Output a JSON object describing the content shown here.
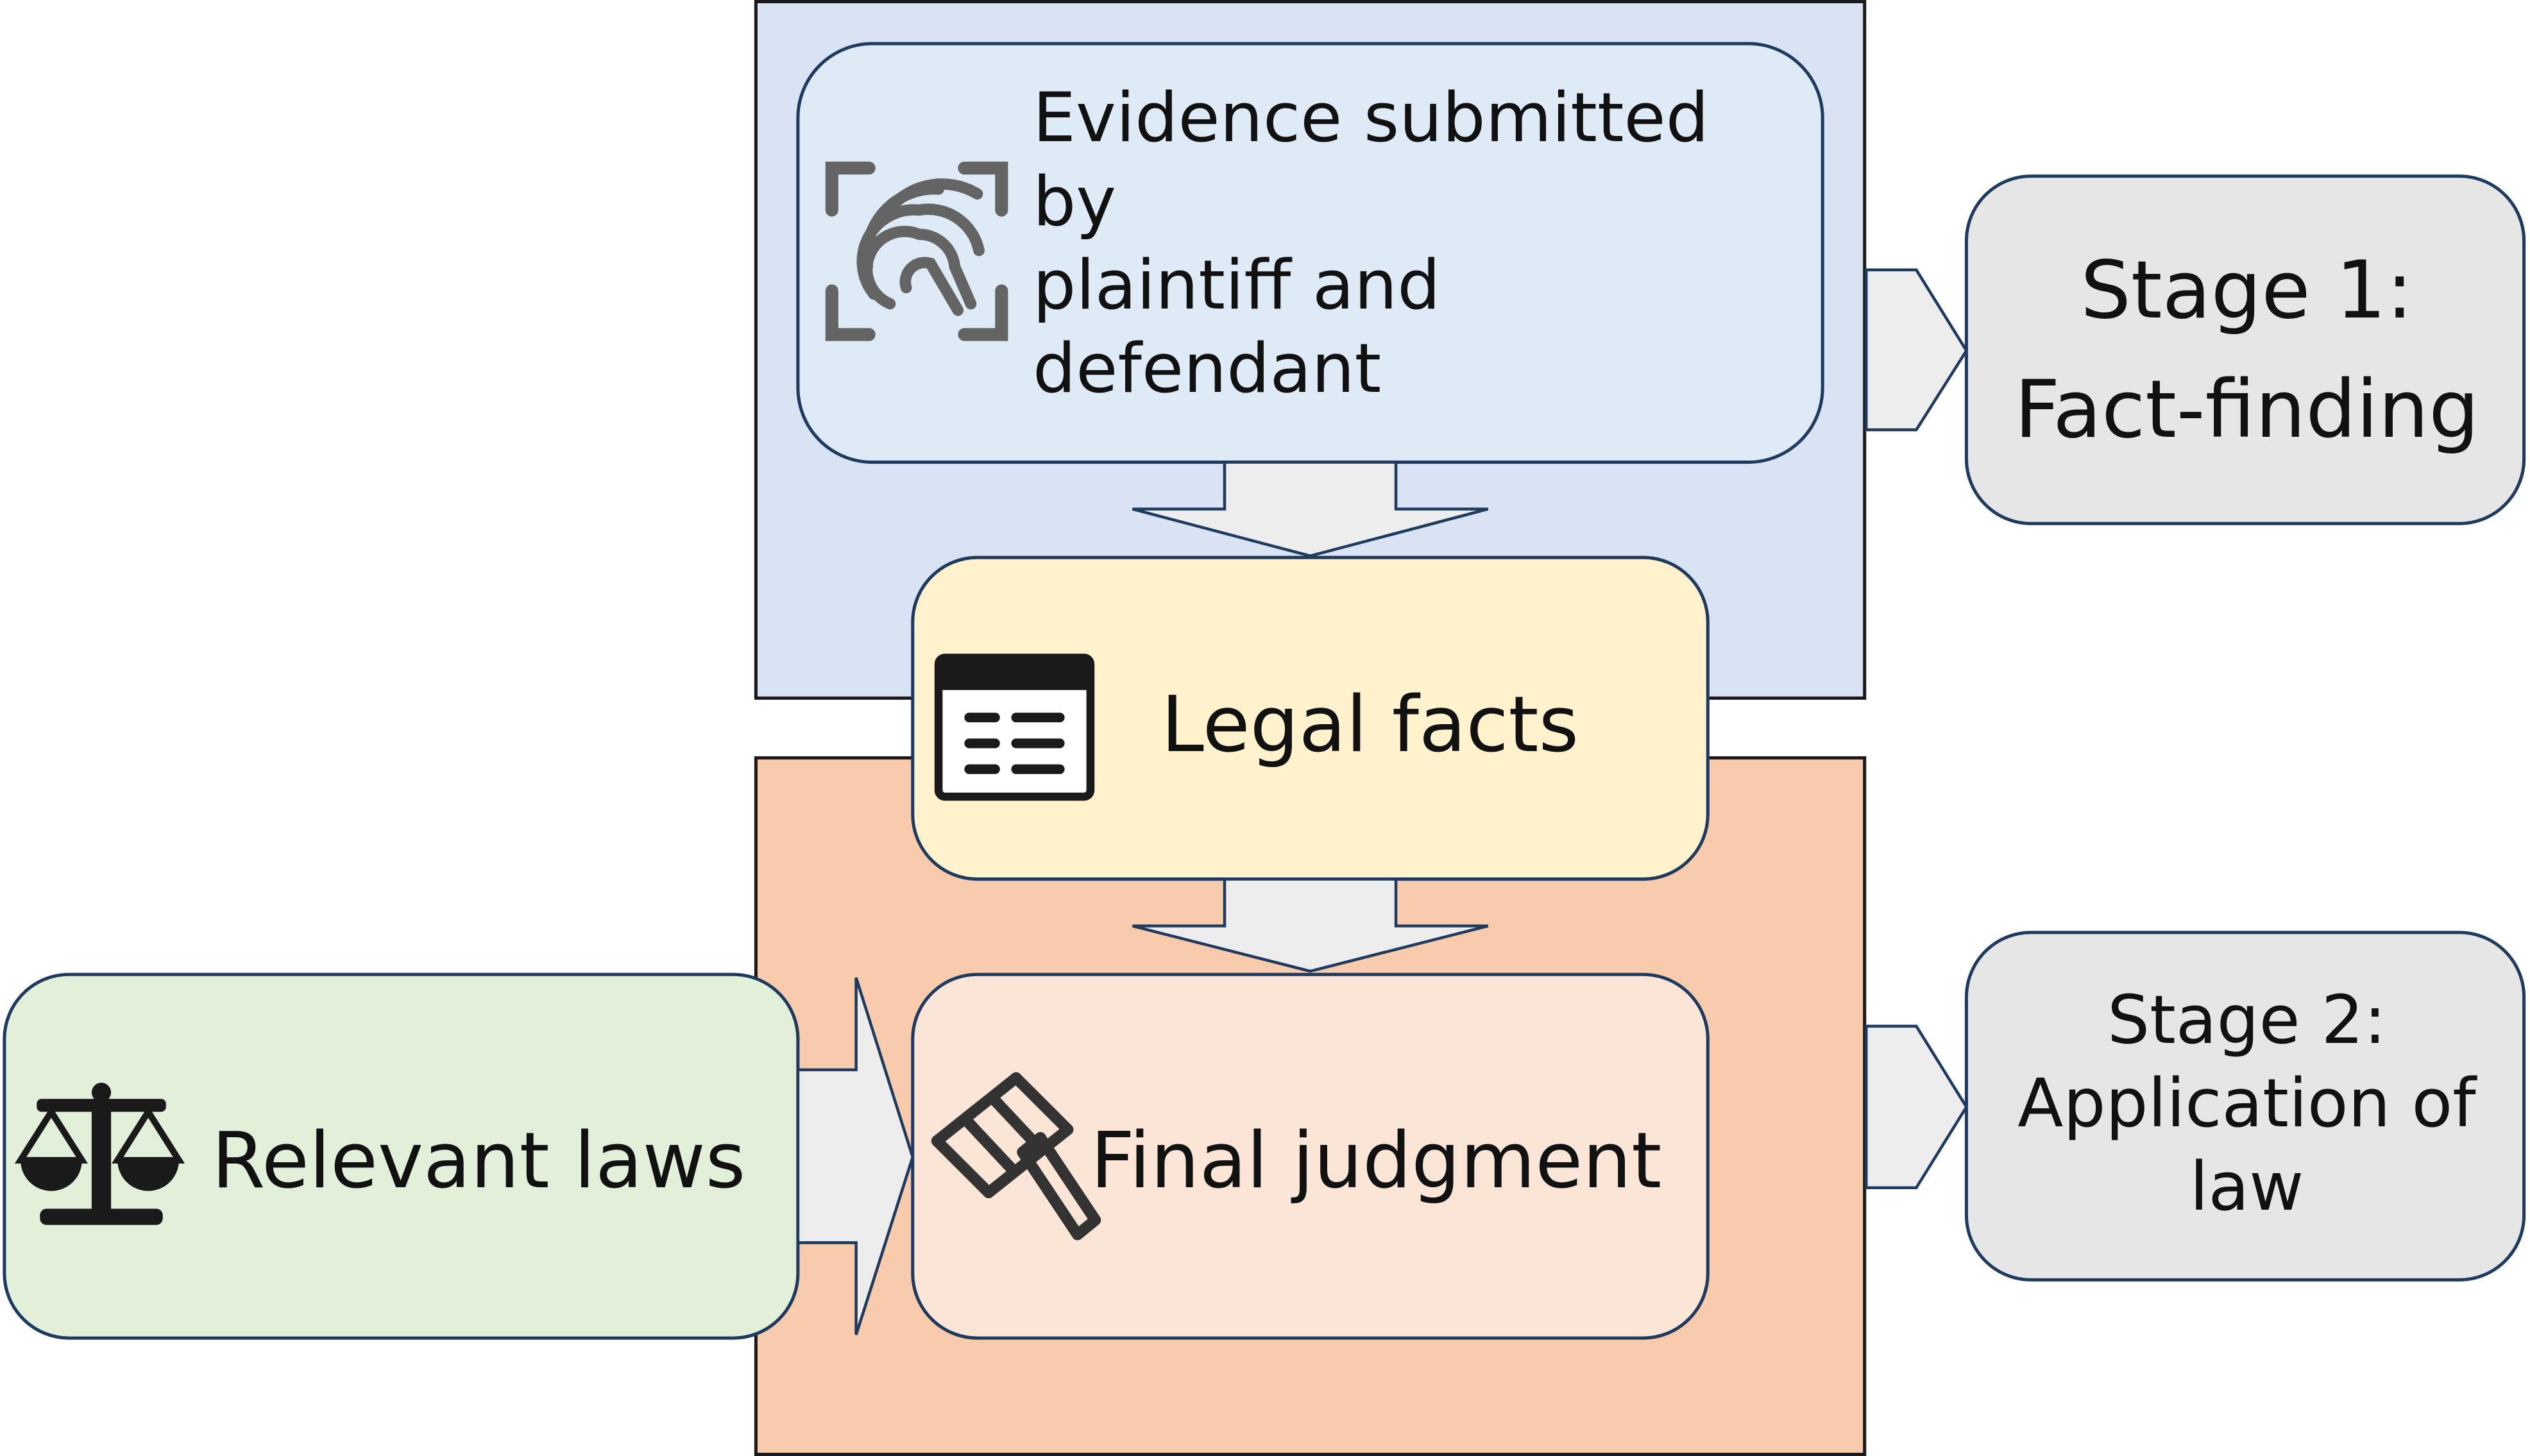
{
  "evidence": {
    "line1": "Evidence submitted by",
    "line2": "plaintiff and defendant",
    "icon": "fingerprint-scan-icon"
  },
  "facts": {
    "label": "Legal facts",
    "icon": "document-table-icon"
  },
  "judgment": {
    "label": "Final judgment",
    "icon": "gavel-icon"
  },
  "laws": {
    "label": "Relevant laws",
    "icon": "scales-of-justice-icon"
  },
  "stage1": {
    "line1": "Stage 1:",
    "line2": "Fact-finding"
  },
  "stage2": {
    "line1": "Stage 2:",
    "line2": "Application of",
    "line3": "law"
  },
  "colors": {
    "stage1_panel": "#DAE3F3",
    "stage2_panel": "#F8CBAD",
    "evidence_box": "#DEEBF7",
    "facts_box": "#FFF2CC",
    "judgment_box": "#FBE5D6",
    "laws_box": "#E2F0D9",
    "stage_box": "#E7E6E6",
    "arrow_fill": "#EDEDED",
    "outline": "#1F3A5F",
    "icon_gray": "#646464",
    "icon_dark": "#1A1A1A"
  }
}
